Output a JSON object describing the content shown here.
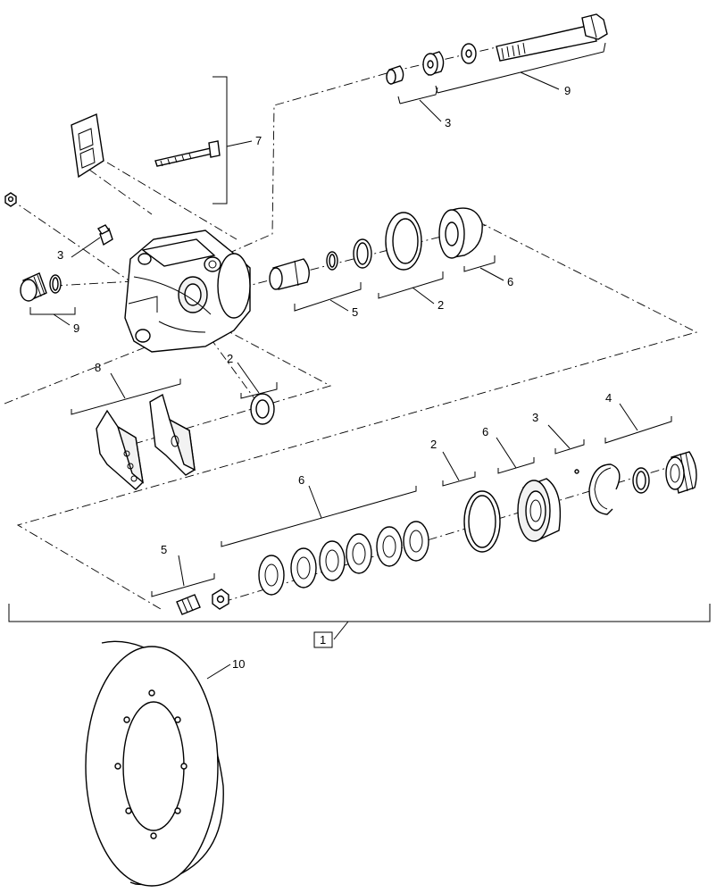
{
  "diagram": {
    "callouts": [
      {
        "id": "ref-9-top",
        "text": "9"
      },
      {
        "id": "ref-3-top",
        "text": "3"
      },
      {
        "id": "ref-7",
        "text": "7"
      },
      {
        "id": "ref-3-left",
        "text": "3"
      },
      {
        "id": "ref-9-left",
        "text": "9"
      },
      {
        "id": "ref-5-mid",
        "text": "5"
      },
      {
        "id": "ref-2-mid",
        "text": "2"
      },
      {
        "id": "ref-6-top",
        "text": "6"
      },
      {
        "id": "ref-8",
        "text": "8"
      },
      {
        "id": "ref-2-seal",
        "text": "2"
      },
      {
        "id": "ref-4",
        "text": "4"
      },
      {
        "id": "ref-3-lower",
        "text": "3"
      },
      {
        "id": "ref-6-lower",
        "text": "6"
      },
      {
        "id": "ref-2-lower",
        "text": "2"
      },
      {
        "id": "ref-6-discs",
        "text": "6"
      },
      {
        "id": "ref-5-lower",
        "text": "5"
      },
      {
        "id": "ref-1",
        "text": "1"
      },
      {
        "id": "ref-10",
        "text": "10"
      }
    ]
  }
}
